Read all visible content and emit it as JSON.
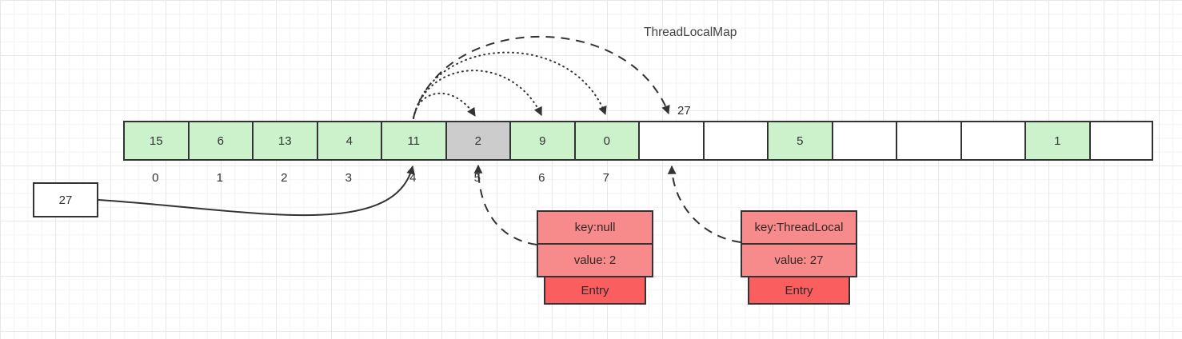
{
  "title": "ThreadLocalMap",
  "probe_label": "27",
  "value_box": {
    "label": "27"
  },
  "array": {
    "cells": [
      {
        "index": "0",
        "value": "15",
        "state": "filled"
      },
      {
        "index": "1",
        "value": "6",
        "state": "filled"
      },
      {
        "index": "2",
        "value": "13",
        "state": "filled"
      },
      {
        "index": "3",
        "value": "4",
        "state": "filled"
      },
      {
        "index": "4",
        "value": "11",
        "state": "filled"
      },
      {
        "index": "5",
        "value": "2",
        "state": "stale"
      },
      {
        "index": "6",
        "value": "9",
        "state": "filled"
      },
      {
        "index": "7",
        "value": "0",
        "state": "filled"
      },
      {
        "index": "",
        "value": "",
        "state": "empty"
      },
      {
        "index": "",
        "value": "",
        "state": "empty"
      },
      {
        "index": "",
        "value": "5",
        "state": "filled"
      },
      {
        "index": "",
        "value": "",
        "state": "empty"
      },
      {
        "index": "",
        "value": "",
        "state": "empty"
      },
      {
        "index": "",
        "value": "",
        "state": "empty"
      },
      {
        "index": "",
        "value": "1",
        "state": "filled"
      },
      {
        "index": "",
        "value": "",
        "state": "empty"
      }
    ]
  },
  "entries": [
    {
      "key": "key:null",
      "value": "value: 2",
      "label": "Entry"
    },
    {
      "key": "key:ThreadLocal",
      "value": "value: 27",
      "label": "Entry"
    }
  ],
  "colors": {
    "cell-filled": "#ccf2cc",
    "cell-stale": "#cccccc",
    "cell-empty": "#ffffff",
    "entry-row": "#f78a8a",
    "entry-bar": "#fa5e5e",
    "shape-border": "#333333",
    "connector": "#333333",
    "grid-minor": "#f3f3f3",
    "grid-major": "#e8e8e8"
  }
}
